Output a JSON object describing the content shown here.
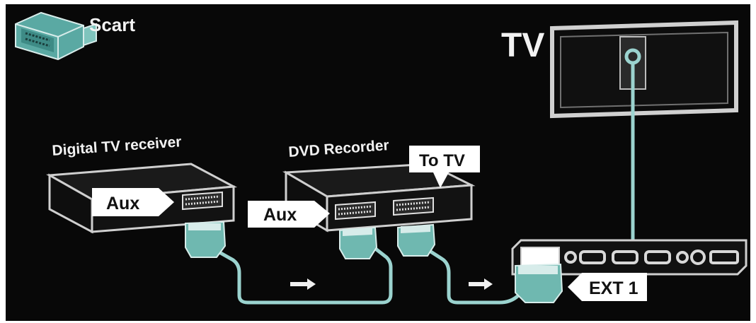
{
  "legend": {
    "label": "Scart"
  },
  "tv": {
    "label": "TV"
  },
  "devices": {
    "receiver": {
      "title": "Digital TV receiver",
      "port_label": "Aux"
    },
    "recorder": {
      "title": "DVD Recorder",
      "port_label": "Aux",
      "tv_port_label": "To TV"
    }
  },
  "tv_panel": {
    "port_label": "EXT 1"
  },
  "colors": {
    "background": "#080808",
    "cable": "#9bd3cf",
    "connector": "#6fb8b0",
    "device_body": "#141414",
    "device_outline": "#cfcfcf",
    "callout": "#ffffff"
  }
}
